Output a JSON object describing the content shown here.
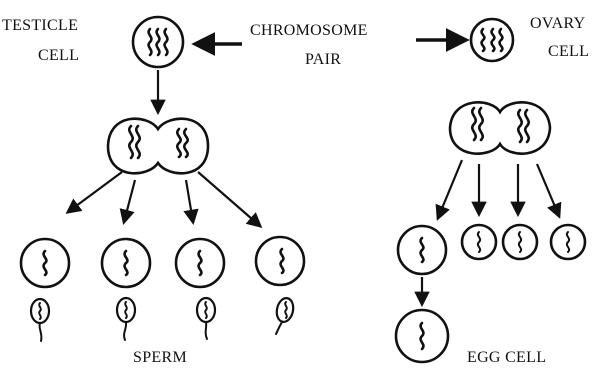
{
  "labels": {
    "testicle_line1": "TESTICLE",
    "testicle_line2": "CELL",
    "chromosome_line1": "CHROMOSOME",
    "chromosome_line2": "PAIR",
    "ovary_line1": "OVARY",
    "ovary_line2": "CELL",
    "sperm": "SPERM",
    "egg_cell": "EGG CELL"
  }
}
